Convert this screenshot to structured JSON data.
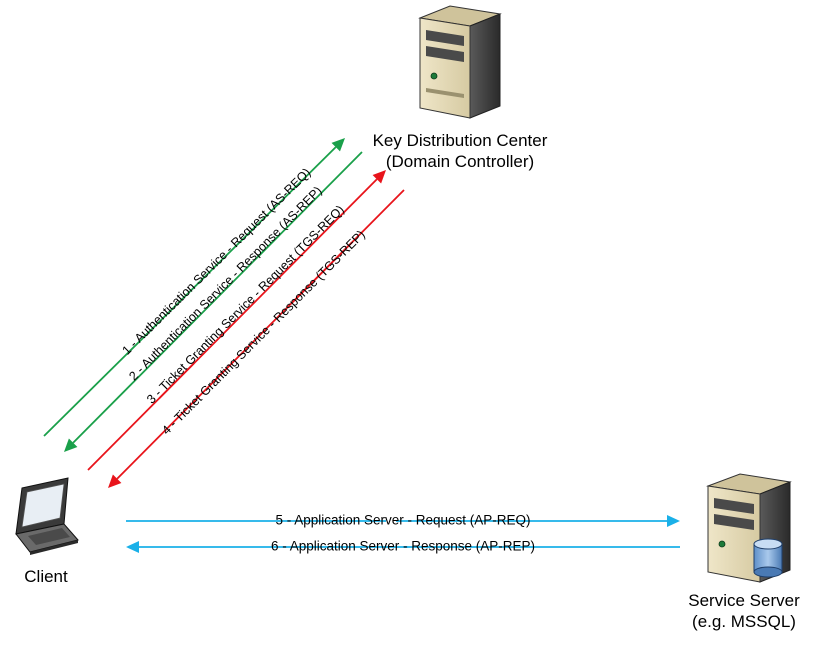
{
  "nodes": {
    "kdc": {
      "line1": "Key Distribution Center",
      "line2": "(Domain Controller)",
      "icon": "server-tower-icon"
    },
    "client": {
      "label": "Client",
      "icon": "laptop-icon"
    },
    "service": {
      "line1": "Service Server",
      "line2": "(e.g. MSSQL)",
      "icon": "server-database-icon"
    }
  },
  "messages": [
    {
      "id": "as-req",
      "label": "1 - Authentication Service - Request (AS-REQ)",
      "direction": "client-to-kdc",
      "color": "#1aa04a"
    },
    {
      "id": "as-rep",
      "label": "2 - Authentication Service - Response (AS-REP)",
      "direction": "kdc-to-client",
      "color": "#1aa04a"
    },
    {
      "id": "tgs-req",
      "label": "3 - Ticket Granting Service - Request (TGS-REQ)",
      "direction": "client-to-kdc",
      "color": "#e8141b"
    },
    {
      "id": "tgs-rep",
      "label": "4 - Ticket Granting Service - Response (TGS-REP)",
      "direction": "kdc-to-client",
      "color": "#e8141b"
    },
    {
      "id": "ap-req",
      "label": "5 - Application Server - Request (AP-REQ)",
      "direction": "client-to-service",
      "color": "#1ab0e8"
    },
    {
      "id": "ap-rep",
      "label": "6 - Application Server - Response (AP-REP)",
      "direction": "service-to-client",
      "color": "#1ab0e8"
    }
  ]
}
